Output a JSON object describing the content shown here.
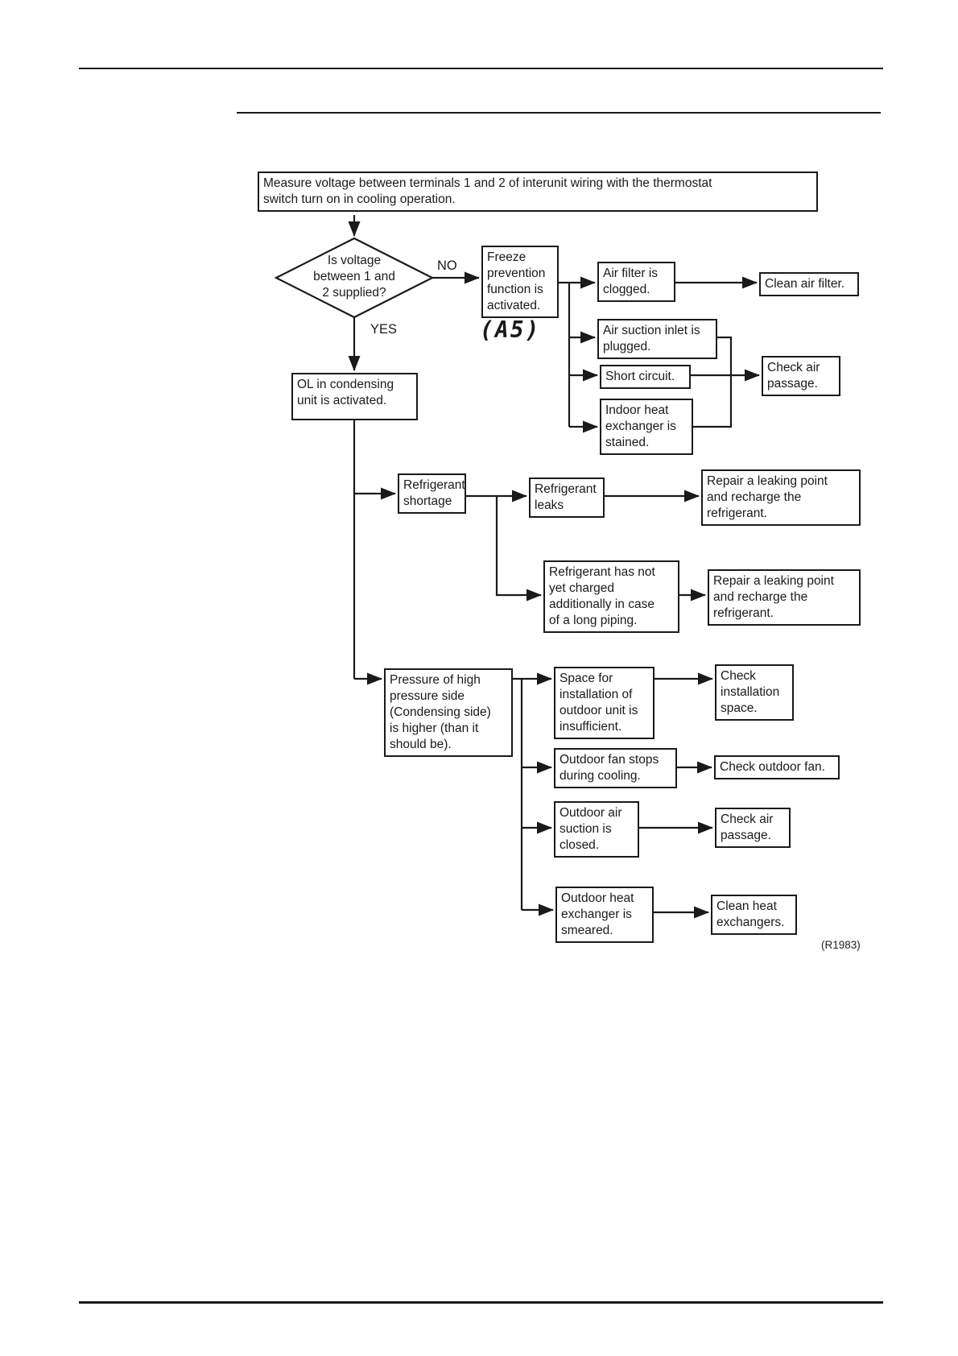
{
  "document": {
    "background": "#ffffff",
    "ink": "#1a1a1a"
  },
  "labels": {
    "no": "NO",
    "yes": "YES",
    "error_code": "(A5)",
    "figure_ref": "(R1983)"
  },
  "nodes": {
    "start": "Measure voltage between terminals 1 and 2 of interunit wiring with the thermostat\nswitch turn on in cooling operation.",
    "decision": "Is voltage\nbetween 1 and\n2 supplied?",
    "freeze": "Freeze\nprevention\nfunction is\nactivated.",
    "air_filter": "Air filter is\nclogged.",
    "clean_air_filter": "Clean air filter.",
    "air_suction": "Air suction inlet is\nplugged.",
    "short_circuit": "Short circuit.",
    "indoor_hx": "Indoor heat\nexchanger is\nstained.",
    "check_air_passage_1": "Check air\npassage.",
    "ol": "OL in condensing\nunit is activated.",
    "ref_shortage": "Refrigerant\nshortage",
    "ref_leaks": "Refrigerant\nleaks",
    "repair_1": "Repair a leaking point\nand recharge the\nrefrigerant.",
    "ref_not_charged": "Refrigerant has not\nyet charged\nadditionally in case\nof a long piping.",
    "repair_2": "Repair a leaking point\nand recharge the\nrefrigerant.",
    "pressure": "Pressure of high\npressure side\n(Condensing side)\nis higher (than it\nshould be).",
    "space_insufficient": "Space for\ninstallation of\noutdoor unit is\ninsufficient.",
    "check_install_space": "Check\ninstallation\nspace.",
    "fan_stops": "Outdoor fan stops\nduring cooling.",
    "check_outdoor_fan": "Check outdoor fan.",
    "air_suction_closed": "Outdoor air\nsuction is\nclosed.",
    "check_air_passage_2": "Check air\npassage.",
    "outdoor_hx": "Outdoor heat\nexchanger is\nsmeared.",
    "clean_hx": "Clean heat\nexchangers."
  }
}
